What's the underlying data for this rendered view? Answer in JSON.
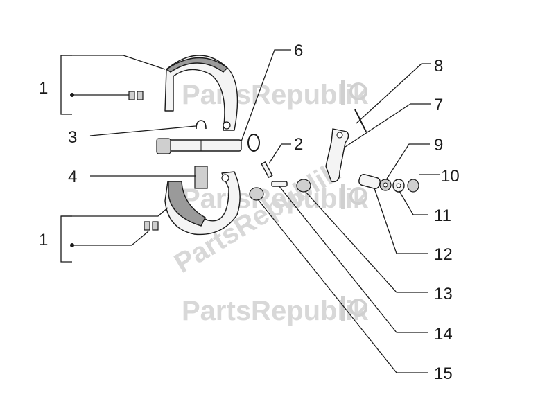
{
  "watermark": {
    "text": "PartsRepublik"
  },
  "callouts": {
    "c1_upper": "1",
    "c1_lower": "1",
    "c2": "2",
    "c3": "3",
    "c4": "4",
    "c6": "6",
    "c7": "7",
    "c8": "8",
    "c9": "9",
    "c10": "10",
    "c11": "11",
    "c12": "12",
    "c13": "13",
    "c14": "14",
    "c15": "15"
  }
}
